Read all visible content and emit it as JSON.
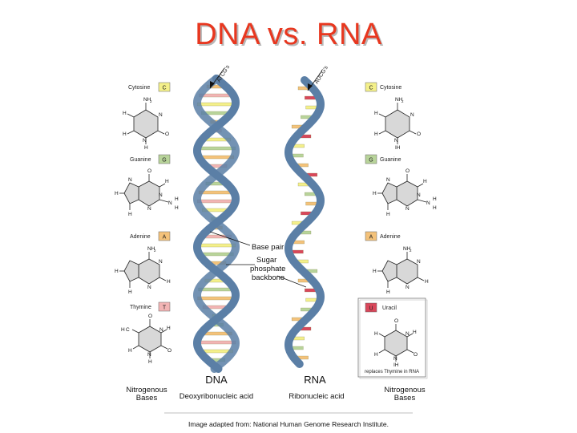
{
  "title": "DNA vs. RNA",
  "credit": "Image adapted from: National Human Genome Research Institute.",
  "dna": {
    "strand_code": "ATCG's",
    "name": "DNA",
    "full_name": "Deoxyribonucleic acid",
    "base_pair_label": "Base pair",
    "backbone_label": [
      "Sugar",
      "phosphate",
      "backbone"
    ]
  },
  "rna": {
    "strand_code": "AUCG's",
    "name": "RNA",
    "full_name": "Ribonucleic acid"
  },
  "nitrogenous_bases_label": [
    "Nitrogenous",
    "Bases"
  ],
  "left_bases": [
    {
      "name": "Cytosine",
      "letter": "C",
      "color": "#f4f08a"
    },
    {
      "name": "Guanine",
      "letter": "G",
      "color": "#b8d49a"
    },
    {
      "name": "Adenine",
      "letter": "A",
      "color": "#f4c27a"
    },
    {
      "name": "Thymine",
      "letter": "T",
      "color": "#f2b4b4"
    }
  ],
  "right_bases": [
    {
      "name": "Cytosine",
      "letter": "C",
      "color": "#f4f08a"
    },
    {
      "name": "Guanine",
      "letter": "G",
      "color": "#b8d49a"
    },
    {
      "name": "Adenine",
      "letter": "A",
      "color": "#f4c27a"
    },
    {
      "name": "Uracil",
      "letter": "U",
      "color": "#d9475a"
    }
  ],
  "uracil_note": "replaces Thymine in RNA",
  "colors": {
    "title": "#e8371f",
    "backbone": "#5b7fa6",
    "backbone_edge": "#2f4d72",
    "cytosine": "#f4f08a",
    "guanine": "#b8d49a",
    "adenine": "#f4c27a",
    "thymine": "#f2b4b4",
    "uracil": "#d9475a"
  }
}
